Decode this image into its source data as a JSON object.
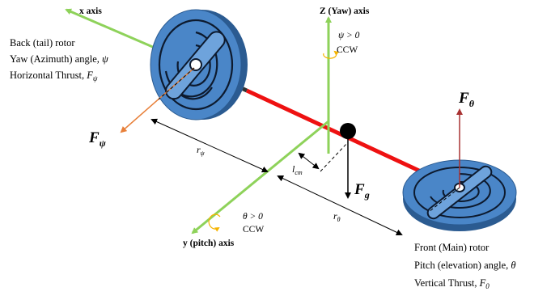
{
  "axes": {
    "x_label": "x axis",
    "z_label": "Z (Yaw) axis",
    "y_label": "y (pitch) axis"
  },
  "back_rotor": {
    "line1": "Back (tail) rotor",
    "line2": "Yaw (Azimuth) angle, ",
    "line2_symbol": "ψ",
    "line3": "Horizontal Thrust, ",
    "line3_symbol": "F",
    "line3_sub": "ψ"
  },
  "front_rotor": {
    "line1": "Front (Main) rotor",
    "line2": "Pitch (elevation) angle, ",
    "line2_symbol": "θ",
    "line3": "Vertical Thrust, ",
    "line3_symbol": "F",
    "line3_sub": "0"
  },
  "yaw_condition": {
    "line1": "ψ > 0",
    "line2": "CCW"
  },
  "pitch_condition": {
    "line1": "θ > 0",
    "line2": "CCW"
  },
  "forces": {
    "f_psi": "F",
    "f_psi_sub": "ψ",
    "f_theta": "F",
    "f_theta_sub": "θ",
    "f_g": "F",
    "f_g_sub": "g"
  },
  "dimensions": {
    "r_psi": "r",
    "r_psi_sub": "ψ",
    "r_theta": "r",
    "r_theta_sub": "θ",
    "l_cm": "l",
    "l_cm_sub": "cm"
  },
  "colors": {
    "rotor_fill": "#4a86c8",
    "rotor_dark": "#2b5b91",
    "rotor_ring": "#0d1a2e",
    "boom": "#ee1111",
    "axis_green": "#8ed25a",
    "force_orange": "#e8803a",
    "force_red": "#a83232",
    "arc_orange": "#f5b400"
  }
}
